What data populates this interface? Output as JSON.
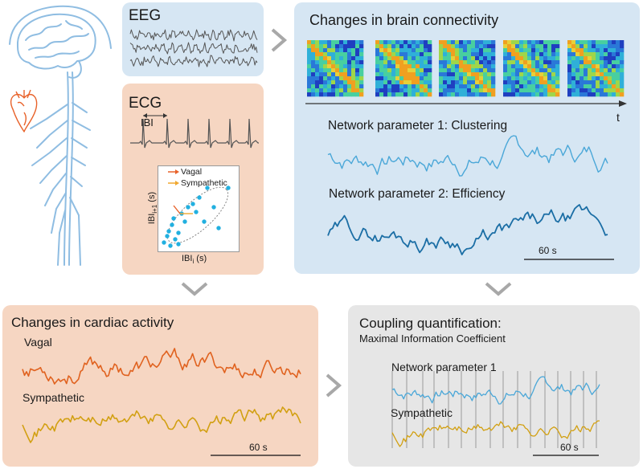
{
  "eeg": {
    "title": "EEG"
  },
  "ecg": {
    "title": "ECG",
    "ibi_label": "IBI"
  },
  "poincare": {
    "legend": [
      {
        "label": "Vagal",
        "color": "#e8622a"
      },
      {
        "label": "Sympathetic",
        "color": "#f0a830"
      }
    ],
    "ylabel": "IBI",
    "ylabel_sub": "i+1",
    "ylabel_unit": "(s)",
    "xlabel": "IBI",
    "xlabel_sub": "i",
    "xlabel_unit": "(s)",
    "point_color": "#22b0e0"
  },
  "brain": {
    "title": "Changes in brain connectivity",
    "time_label": "t",
    "param1": "Network parameter 1: Clustering",
    "param2": "Network parameter 2: Efficiency",
    "scale": "60 s"
  },
  "cardiac": {
    "title": "Changes in cardiac activity",
    "vagal": "Vagal",
    "sympathetic": "Sympathetic",
    "scale": "60 s"
  },
  "coupling": {
    "title": "Coupling quantification:",
    "subtitle": "Maximal Information Coefficient",
    "param": "Network parameter 1",
    "sympathetic": "Sympathetic",
    "scale": "60 s"
  },
  "colors": {
    "blue_panel": "#d6e6f3",
    "orange_panel": "#f6d6c2",
    "grey_panel": "#e6e6e6",
    "signal_blue_light": "#4aa7d8",
    "signal_blue_dark": "#1b6ea5",
    "signal_orange": "#e0621f",
    "signal_gold": "#d2a012",
    "arrow_grey": "#a8a8a8",
    "anatomy_blue": "#8fbde2",
    "heart_orange": "#e8622a"
  }
}
